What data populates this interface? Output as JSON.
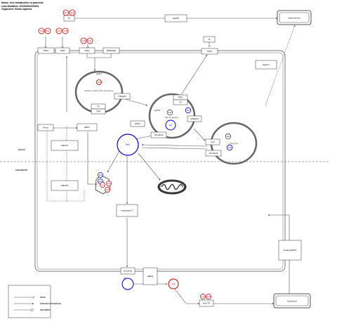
{
  "header": {
    "name": "Name: Iron metabolism in placenta",
    "modified": "Last-Modified: 20160902205331",
    "organism": "Organism: Homo sapiens"
  },
  "compartments": {
    "apical": "Apical",
    "basolateral": "basolateral",
    "maternal_liver": "maternal liver",
    "foetal_liver": "foetal liver",
    "early_endosome": "clathrin coated early endosome",
    "late_endosome": "late endosome",
    "lysosome": "lysosome",
    "ph_early": "pH6.4",
    "ph_late": "pH5.5"
  },
  "nodes": {
    "tf_top": "TF",
    "hamp_top": "HAMP",
    "tfrc": "TFRC",
    "tfr2": "TFR2",
    "tfr1": "TFR1",
    "b2m": "B2M/HFE",
    "tf_right": "TF",
    "tfr1_right": "TFR1",
    "signal": "signal ?",
    "steap3_early": "STEAP3",
    "tf_endo": "TF",
    "tfr_endo": "TFR",
    "tfr1_late": "TFR1",
    "tf_late": "TF",
    "steap3_late": "STEAP3",
    "fe3_late": "Fe3",
    "fe2_late": "Fe2",
    "dmt1_late": "DMT1",
    "slc11a2_late": "SLC11A2",
    "fe2_lys": "Fe2",
    "slc11a2_lys": "SLC11A2",
    "fe2_central": "Fe2",
    "hemo": "Hemo",
    "hep1": "HEP1",
    "hmox1": "HMOX1",
    "hmox2": "HMOX2",
    "transporter": "transporter ?",
    "slc40a1": "SLC40A1",
    "heph": "HEPH",
    "fe2_bottom": "Fe2",
    "fe3_bottom": "Fe3",
    "holo_tf": "holo TF",
    "foetal_hamp": "foetal HAMP?"
  },
  "iron_labels": {
    "fe3": "Fe3",
    "fe2": "Fe2",
    "fe": "Fe"
  },
  "legend": {
    "binds": "binds",
    "unknown": "unknown interactions",
    "stimulates": "stimulates"
  },
  "colors": {
    "ferric": "#cc0000",
    "ferrous": "#0000cc",
    "membrane": "#666666",
    "line": "#555555"
  }
}
